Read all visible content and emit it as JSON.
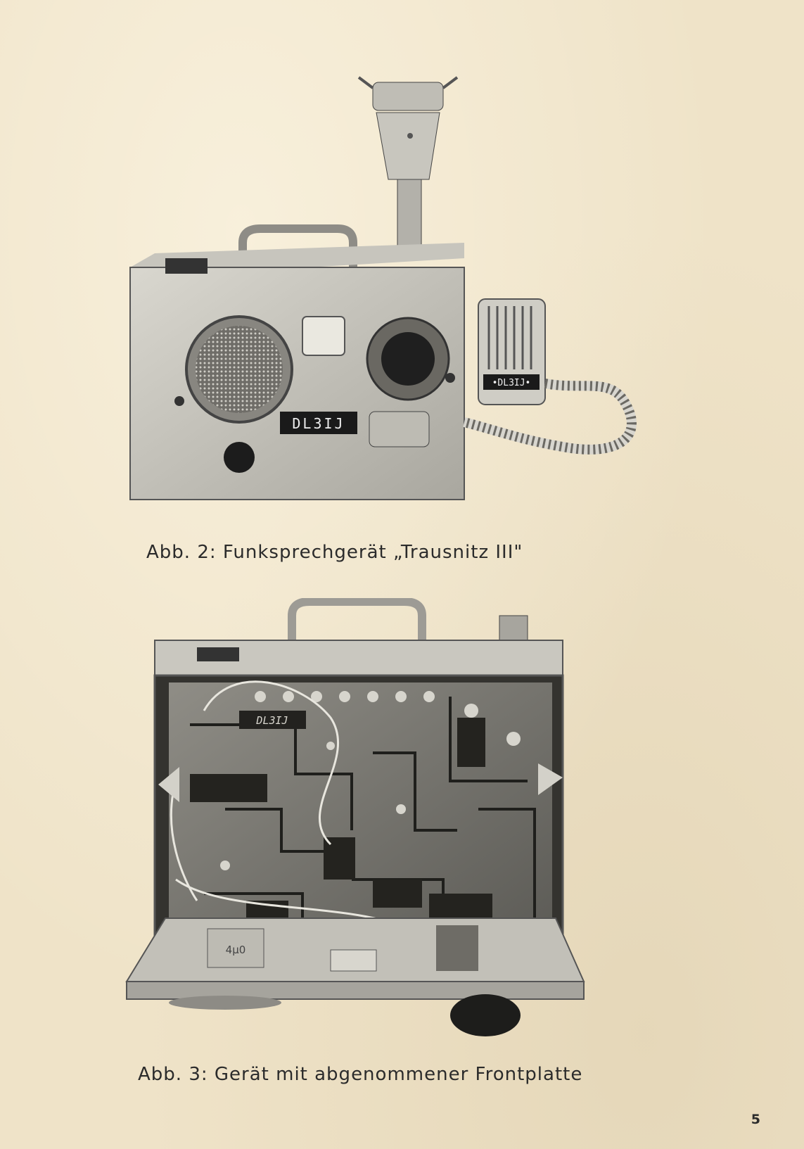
{
  "figures": [
    {
      "caption": "Abb. 2: Funksprechgerät „Trausnitz III\"",
      "panel_label": "DL3IJ",
      "mic_label": "•DL3IJ•"
    },
    {
      "caption": "Abb. 3: Gerät mit abgenommener Frontplatte",
      "board_label": "DL3IJ",
      "component_label": "4µ0"
    }
  ],
  "page_number": "5"
}
